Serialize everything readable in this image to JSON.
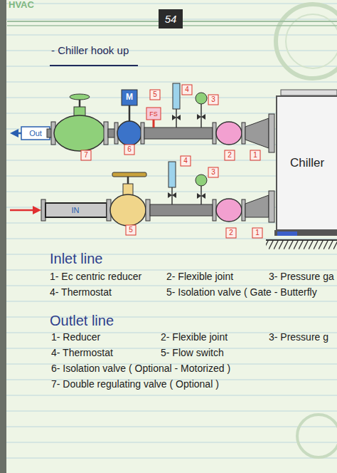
{
  "diagram": {
    "title": "- Chiller hook up",
    "nodes": [
      {
        "text": [
          "Chiller"
        ]
      }
    ],
    "labels": [
      "HVAC",
      "54",
      "Out",
      "IN",
      "M",
      "5",
      "FS",
      "4",
      "3",
      "7",
      "6",
      "2",
      "1",
      "4",
      "3",
      "5",
      "2",
      "1",
      "Inlet line",
      "1- Ec centric reducer",
      "2- Flexible joint",
      "3- Pressure ga",
      "4- Thermostat",
      "5- Isolation valve ( Gate - Butterfly",
      "Outlet line",
      "1- Reducer",
      "2- Flexible joint",
      "3- Pressure g",
      "4- Thermostat",
      "5- Flow switch",
      "6- Isolation valve ( Optional - Motorized )",
      "7- Double regulating valve ( Optional )"
    ]
  }
}
